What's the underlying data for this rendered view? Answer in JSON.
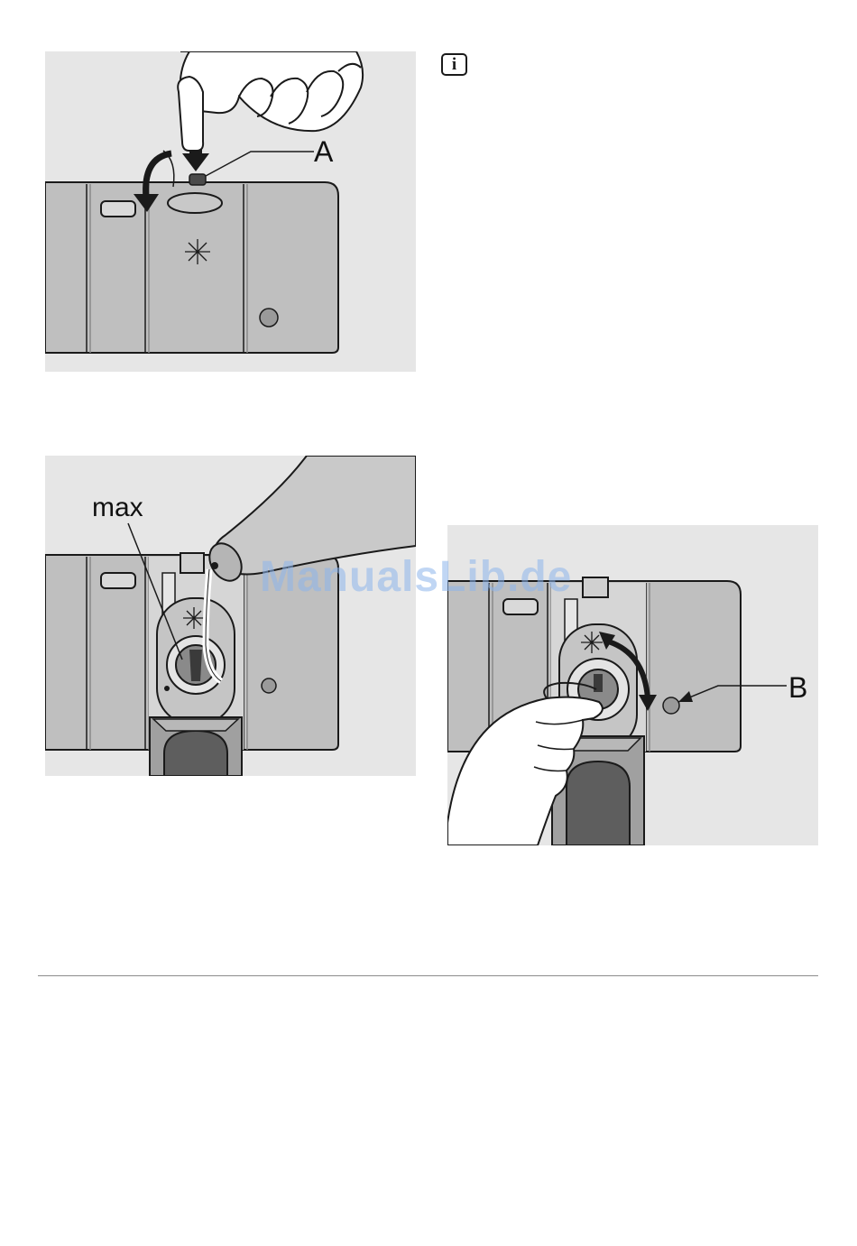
{
  "figures": {
    "figure_1": {
      "callout": "A"
    },
    "figure_2": {
      "callout": "max"
    },
    "figure_3": {
      "callout": "B"
    }
  },
  "watermark": "ManualsLib.de",
  "icons": {
    "info": "info-icon"
  },
  "colors": {
    "figure_background": "#e6e6e6",
    "panel": "#bfbfbf",
    "line": "#1a1a1a"
  }
}
